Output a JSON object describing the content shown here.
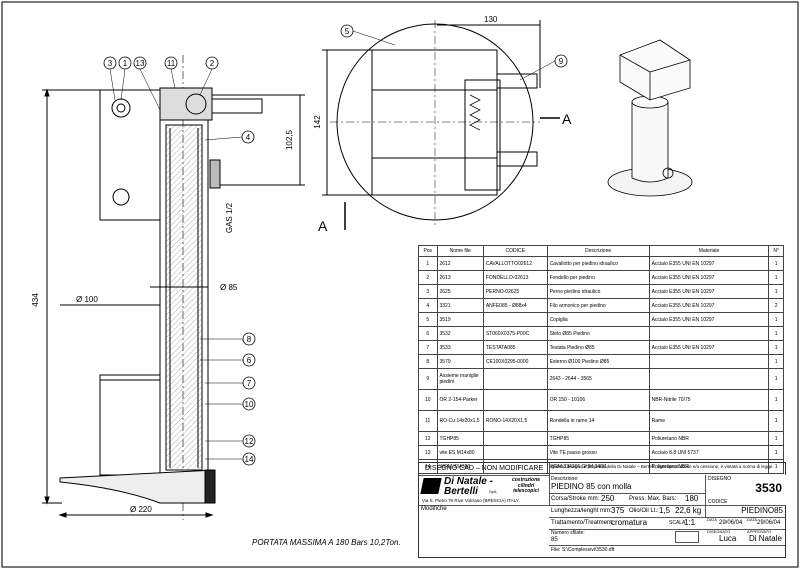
{
  "callouts": [
    "1",
    "2",
    "3",
    "4",
    "5",
    "6",
    "7",
    "8",
    "9",
    "10",
    "11",
    "12",
    "13",
    "14"
  ],
  "dims": {
    "d130": "130",
    "d142": "142",
    "d102_5": "102,5",
    "d434": "434",
    "d100": "Ø 100",
    "d85": "Ø 85",
    "d220": "Ø 220",
    "gas": "GAS 1/2",
    "sectionA": "A"
  },
  "bom": {
    "headers": [
      "Pos",
      "Nome file",
      "CODICE",
      "Descrizione",
      "Materiale",
      "N°"
    ],
    "rows": [
      [
        "1",
        "2612",
        "CAVALLOTTO02612",
        "Cavallotto per piedino idraulico",
        "Acciaio E355 UNI EN 10297",
        "1"
      ],
      [
        "2",
        "2613",
        "FONDELLO-02613",
        "Fondello per piedino",
        "Acciaio E355 UNI EN 10297",
        "1"
      ],
      [
        "3",
        "2625",
        "PERNO-02625",
        "Perno piedino idraulico",
        "Acciaio E355 UNI EN 10297",
        "1"
      ],
      [
        "4",
        "3321",
        "ANFE085 - Ø88x4",
        "Filo armonico per piedino",
        "Acciaio E355 UNI EN 10297",
        "2"
      ],
      [
        "5",
        "3519",
        "",
        "Copiglia",
        "Acciaio E355 UNI EN 10297",
        "1"
      ],
      [
        "6",
        "3532",
        "ST060X0375-P00C",
        "Stelo Ø85 Piedino",
        "",
        "1"
      ],
      [
        "7",
        "3533",
        "TESTATA085",
        "Testata Piedino Ø85",
        "Acciaio E355 UNI EN 10297",
        "1"
      ],
      [
        "8",
        "3579",
        "CE100X0295-0000",
        "Esterno Ø100 Piedino Ø85",
        "",
        "1"
      ],
      [
        "9",
        "Assieme maniglie piedini",
        "",
        "2643 - 2644 - 3565",
        "",
        "1"
      ],
      [
        "10",
        "OR 2-154-Parker",
        "",
        "OR 150 - 10106",
        "NBR-Nitrile 70/75",
        "1"
      ],
      [
        "11",
        "RO-Cu 14x20x1,5",
        "RONO-14X20X1,5",
        "Rondella in rame 14",
        "Rame",
        "1"
      ],
      [
        "12",
        "TGHP85",
        "",
        "TGHP85",
        "Poliuretano NBR",
        "1"
      ],
      [
        "13",
        "vite ES M14x80",
        "",
        "Vite TE passo grosso",
        "Acciaio 8.8 UNI 5737",
        "1"
      ],
      [
        "14",
        "WRM 334366",
        "",
        "WRM 334366 GHM 340/1",
        "Poliuretano NBR",
        "1"
      ]
    ]
  },
  "title_block": {
    "warning": "DISEGNO CAD – NON MODIFICARE",
    "rights": "Questo disegno è proprietà della Di Natale – Bertelli, ogni riproduzione e/o cessione, è vietata a norma di legge.",
    "company": "Di Natale - Bertelli",
    "company_suffix": "SpA",
    "tagline": "costruzione cilindri telescopici",
    "address": "Via S. Pietro 76   Rive Volciano (BRESCIA) ITALY",
    "modifiche_label": "Modifiche",
    "descr_label": "Descrizione:",
    "descr_value": "PIEDINO 85 con molla",
    "disegno_label": "DISEGNO",
    "disegno_value": "3530",
    "corsa_label": "Corsa/Stroke mm:",
    "corsa_value": "250",
    "press_label": "Press. Max. Bars:",
    "press_value": "180",
    "lung_label": "Lunghezza/lenght mm:",
    "lung_value": "375",
    "olio_label": "Olio/Oil Lt.:",
    "olio_value": "1,5",
    "peso_value": "22,6 kg",
    "codice_label": "CODICE",
    "codice_value": "PIEDINO85",
    "tratt_label": "Trattamento/Treatment:",
    "tratt_value": "cromatura",
    "scala_label": "SCALA",
    "scala_value": "1:1",
    "data_label": "DATA",
    "data1": "29/06/04",
    "data2": "29/06/04",
    "numero_label": "Numero sfilate:",
    "numero_value": "85",
    "disegnato_label": "DISEGNATO",
    "disegnato_value": "Luca",
    "approvato_label": "APPROVATO",
    "approvato_value": "Di Natale",
    "file_value": "File: S:\\Complessivi\\3530.dft"
  },
  "note": "PORTATA MASSIMA A 180 Bars 10,2Ton."
}
